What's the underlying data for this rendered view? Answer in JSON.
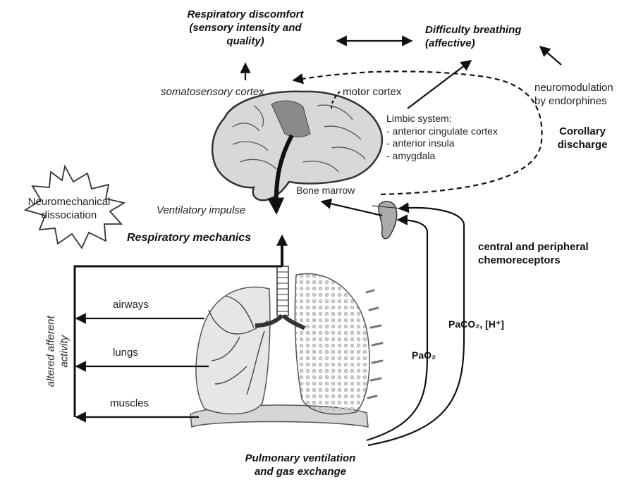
{
  "labels": {
    "respiratory_discomfort_line1": "Respiratory discomfort",
    "respiratory_discomfort_line2": "(sensory intensity and",
    "respiratory_discomfort_line3": "quality)",
    "difficulty_breathing_line1": "Difficulty breathing",
    "difficulty_breathing_line2": "(affective)",
    "somatosensory_cortex": "somatosensory cortex",
    "motor_cortex": "motor cortex",
    "neuromodulation_line1": "neuromodulation",
    "neuromodulation_line2": "by endorphines",
    "limbic_title": "Limbic system:",
    "limbic_items": [
      "- anterior cingulate cortex",
      "- anterior insula",
      "- amygdala"
    ],
    "corollary_line1": "Corollary",
    "corollary_line2": "discharge",
    "bone_marrow": "Bone marrow",
    "ventilatory_impulse": "Ventilatory impulse",
    "respiratory_mechanics": "Respiratory mechanics",
    "neuromechanical_line1": "Neuromechanical",
    "neuromechanical_line2": "dissociation",
    "chemoreceptors_line1": "central and peripheral",
    "chemoreceptors_line2": "chemoreceptors",
    "altered_afferent_line1": "altered afferent",
    "altered_afferent_line2": "activity",
    "airways": "airways",
    "lungs": "lungs",
    "muscles": "muscles",
    "pao2": "PaO₂",
    "paco2": "PaCO₂, [H⁺]",
    "pulmonary_line1": "Pulmonary ventilation",
    "pulmonary_line2": "and gas exchange"
  },
  "colors": {
    "ink": "#111111",
    "brain_fill": "#d8d8d8",
    "brain_highlight": "#8a8a8a",
    "lung_fill": "#e6e6e6"
  }
}
